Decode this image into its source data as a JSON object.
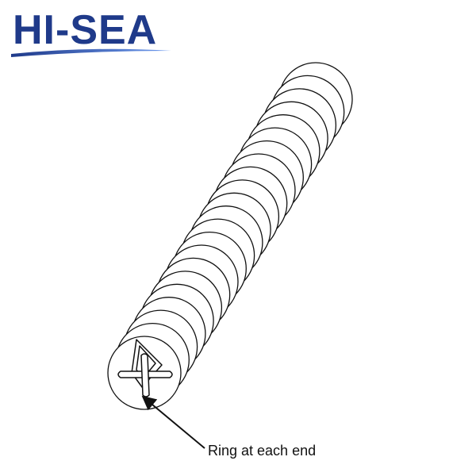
{
  "brand": {
    "logo_text": "HI-SEA",
    "primary_color": "#1f3a8a",
    "accent_color": "#3b6fd8"
  },
  "diagram": {
    "ring_count": 22,
    "callout_label": "Ring at each end",
    "line_color": "#111111"
  }
}
